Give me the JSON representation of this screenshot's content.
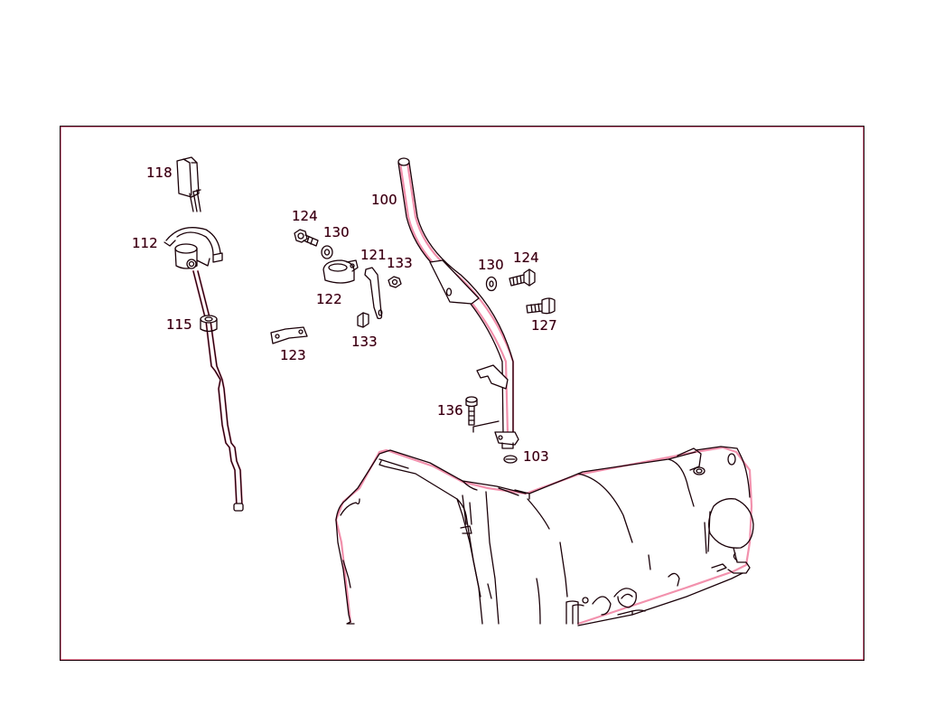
{
  "diagram": {
    "type": "exploded-parts-diagram",
    "subject": "transmission oil dipstick / filler tube assembly",
    "frame_color": "#1a0008",
    "line_color": "#1a0008",
    "fringe_color": "#e8366a"
  },
  "callouts": [
    {
      "id": "c118",
      "label": "118",
      "part": "dipstick-handle"
    },
    {
      "id": "c112",
      "label": "112",
      "part": "locking-clamp"
    },
    {
      "id": "c115",
      "label": "115",
      "part": "grommet"
    },
    {
      "id": "c124a",
      "label": "124",
      "part": "hex-bolt"
    },
    {
      "id": "c130a",
      "label": "130",
      "part": "washer"
    },
    {
      "id": "c121",
      "label": "121",
      "part": "bracket"
    },
    {
      "id": "c133a",
      "label": "133",
      "part": "hex-nut"
    },
    {
      "id": "c122",
      "label": "122",
      "part": "clamp"
    },
    {
      "id": "c123",
      "label": "123",
      "part": "retaining-plate"
    },
    {
      "id": "c133b",
      "label": "133",
      "part": "hex-nut"
    },
    {
      "id": "c100",
      "label": "100",
      "part": "oil-filler-tube"
    },
    {
      "id": "c130b",
      "label": "130",
      "part": "washer"
    },
    {
      "id": "c124b",
      "label": "124",
      "part": "hex-bolt"
    },
    {
      "id": "c127",
      "label": "127",
      "part": "socket-head-bolt"
    },
    {
      "id": "c136",
      "label": "136",
      "part": "socket-head-screw"
    },
    {
      "id": "c103",
      "label": "103",
      "part": "o-ring-seal"
    }
  ]
}
